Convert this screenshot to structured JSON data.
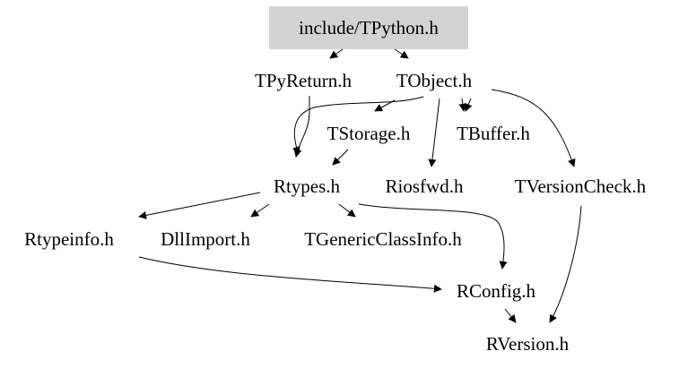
{
  "diagram": {
    "nodes": {
      "tpython": {
        "label": "include/TPython.h",
        "highlighted": true,
        "fill": "#d3d3d3"
      },
      "tpyreturn": {
        "label": "TPyReturn.h"
      },
      "tobject": {
        "label": "TObject.h"
      },
      "tstorage": {
        "label": "TStorage.h"
      },
      "tbuffer": {
        "label": "TBuffer.h"
      },
      "rtypes": {
        "label": "Rtypes.h"
      },
      "riosfwd": {
        "label": "Riosfwd.h"
      },
      "tversioncheck": {
        "label": "TVersionCheck.h"
      },
      "rtypeinfo": {
        "label": "Rtypeinfo.h"
      },
      "dllimport": {
        "label": "DllImport.h"
      },
      "tgeneric": {
        "label": "TGenericClassInfo.h"
      },
      "rconfig": {
        "label": "RConfig.h"
      },
      "rversion": {
        "label": "RVersion.h"
      }
    },
    "edges": [
      {
        "from": "tpython",
        "to": "tpyreturn"
      },
      {
        "from": "tpython",
        "to": "tobject"
      },
      {
        "from": "tpyreturn",
        "to": "rtypes"
      },
      {
        "from": "tobject",
        "to": "rtypes"
      },
      {
        "from": "tobject",
        "to": "tstorage"
      },
      {
        "from": "tobject",
        "to": "riosfwd"
      },
      {
        "from": "tobject",
        "to": "tbuffer"
      },
      {
        "from": "tobject",
        "to": "tversioncheck"
      },
      {
        "from": "tstorage",
        "to": "rtypes"
      },
      {
        "from": "rtypes",
        "to": "rtypeinfo"
      },
      {
        "from": "rtypes",
        "to": "dllimport"
      },
      {
        "from": "rtypes",
        "to": "tgeneric"
      },
      {
        "from": "rtypes",
        "to": "rconfig"
      },
      {
        "from": "rtypeinfo",
        "to": "rconfig"
      },
      {
        "from": "tversioncheck",
        "to": "rversion"
      },
      {
        "from": "rconfig",
        "to": "rversion"
      }
    ],
    "colors": {
      "edge": "#000000",
      "text": "#000000",
      "background": "#ffffff"
    }
  }
}
